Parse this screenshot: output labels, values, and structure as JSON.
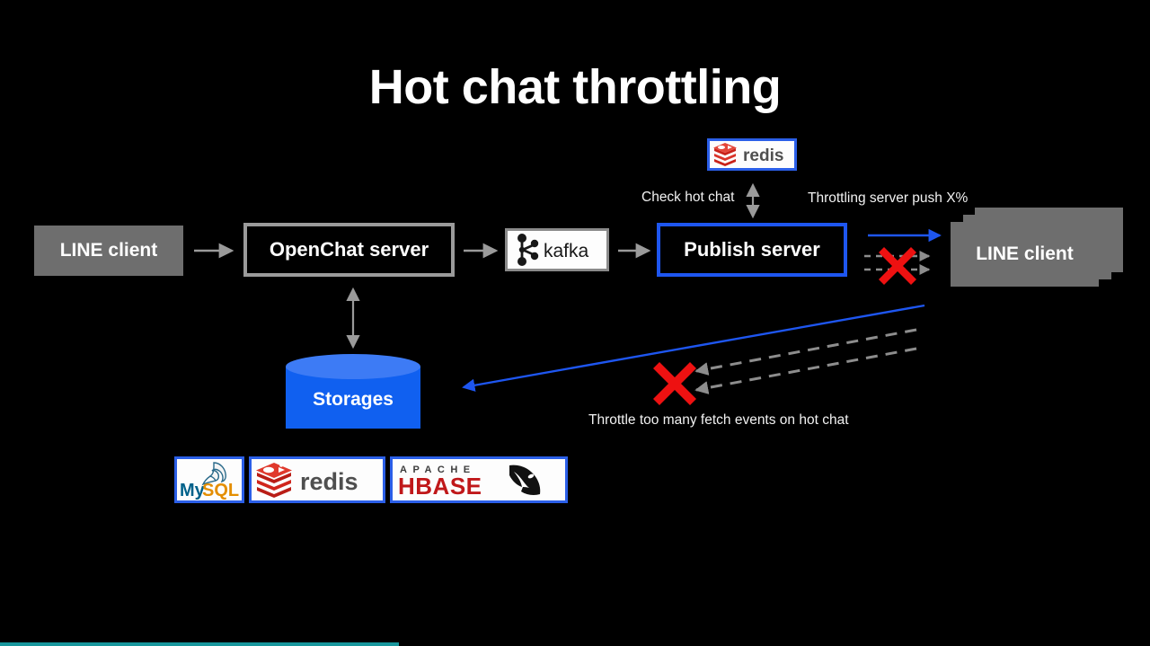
{
  "slide": {
    "title": "Hot chat throttling",
    "background_color": "#000000",
    "text_color": "#ffffff"
  },
  "nodes": [
    {
      "id": "line-client-left",
      "label": "LINE client",
      "style": "solid-gray-box",
      "color": "#6e6e6e"
    },
    {
      "id": "openchat-server",
      "label": "OpenChat server",
      "style": "gray-outline-box",
      "color": "#9a9a9a"
    },
    {
      "id": "publish-server",
      "label": "Publish server",
      "style": "blue-outline-box",
      "color": "#1e56f0"
    },
    {
      "id": "line-client-right",
      "label": "LINE client",
      "style": "stacked-gray-boxes",
      "color": "#6e6e6e"
    },
    {
      "id": "storages",
      "label": "Storages",
      "style": "blue-cylinder",
      "color": "#1060f0"
    }
  ],
  "logos": {
    "redis_top": {
      "name": "redis",
      "alt": "redis-logo",
      "border_color": "#2b5fe8"
    },
    "kafka": {
      "name": "kafka",
      "alt": "kafka-logo",
      "border_color": "#8a8a8a"
    },
    "mysql": {
      "name": "MySQL",
      "alt": "mysql-logo",
      "border_color": "#2b5fe8",
      "text_primary": "My",
      "text_secondary": "SQL",
      "primary_color": "#00618a",
      "secondary_color": "#e48e00"
    },
    "redis_bottom": {
      "name": "redis",
      "alt": "redis-logo",
      "border_color": "#2b5fe8",
      "brand_color": "#d62b20",
      "text_color": "#4f4f4f"
    },
    "hbase": {
      "name": "APACHE HBASE",
      "alt": "apache-hbase-logo",
      "border_color": "#2b5fe8",
      "text_top": "A P A C H E",
      "text_main": "HBASE",
      "top_color": "#3c3c3c",
      "main_color": "#c0181a"
    }
  },
  "captions": {
    "check_hot_chat": "Check hot chat",
    "throttling_push": "Throttling server push X%",
    "throttle_fetch": "Throttle too many fetch events on hot chat"
  },
  "connectors": [
    {
      "id": "client-to-openchat",
      "type": "solid-arrow",
      "color": "#9a9a9a",
      "direction": "right"
    },
    {
      "id": "openchat-to-kafka",
      "type": "solid-arrow",
      "color": "#9a9a9a",
      "direction": "right"
    },
    {
      "id": "kafka-to-publish",
      "type": "solid-arrow",
      "color": "#9a9a9a",
      "direction": "right"
    },
    {
      "id": "redis-to-publish",
      "type": "double-arrow",
      "color": "#9a9a9a",
      "direction": "vertical"
    },
    {
      "id": "openchat-to-storages",
      "type": "double-arrow",
      "color": "#9a9a9a",
      "direction": "vertical"
    },
    {
      "id": "publish-push-blue",
      "type": "solid-arrow",
      "color": "#1e56f0",
      "direction": "right"
    },
    {
      "id": "publish-push-dashed-1",
      "type": "dashed-arrow",
      "color": "#8d8d8d",
      "direction": "right",
      "blocked": true
    },
    {
      "id": "publish-push-dashed-2",
      "type": "dashed-arrow",
      "color": "#8d8d8d",
      "direction": "right",
      "blocked": true
    },
    {
      "id": "fetch-blue-diagonal",
      "type": "solid-arrow",
      "color": "#1e56f0",
      "direction": "left-down"
    },
    {
      "id": "fetch-dashed-1",
      "type": "dashed-arrow",
      "color": "#8d8d8d",
      "direction": "left-down",
      "blocked": true
    },
    {
      "id": "fetch-dashed-2",
      "type": "dashed-arrow",
      "color": "#8d8d8d",
      "direction": "left-down",
      "blocked": true
    }
  ],
  "block_markers": [
    {
      "id": "block-push",
      "symbol": "X",
      "color": "#ee1111"
    },
    {
      "id": "block-fetch",
      "symbol": "X",
      "color": "#ee1111"
    }
  ],
  "progress": {
    "fill_color": "#17969c",
    "track_color": "#000000",
    "percent": "35"
  }
}
